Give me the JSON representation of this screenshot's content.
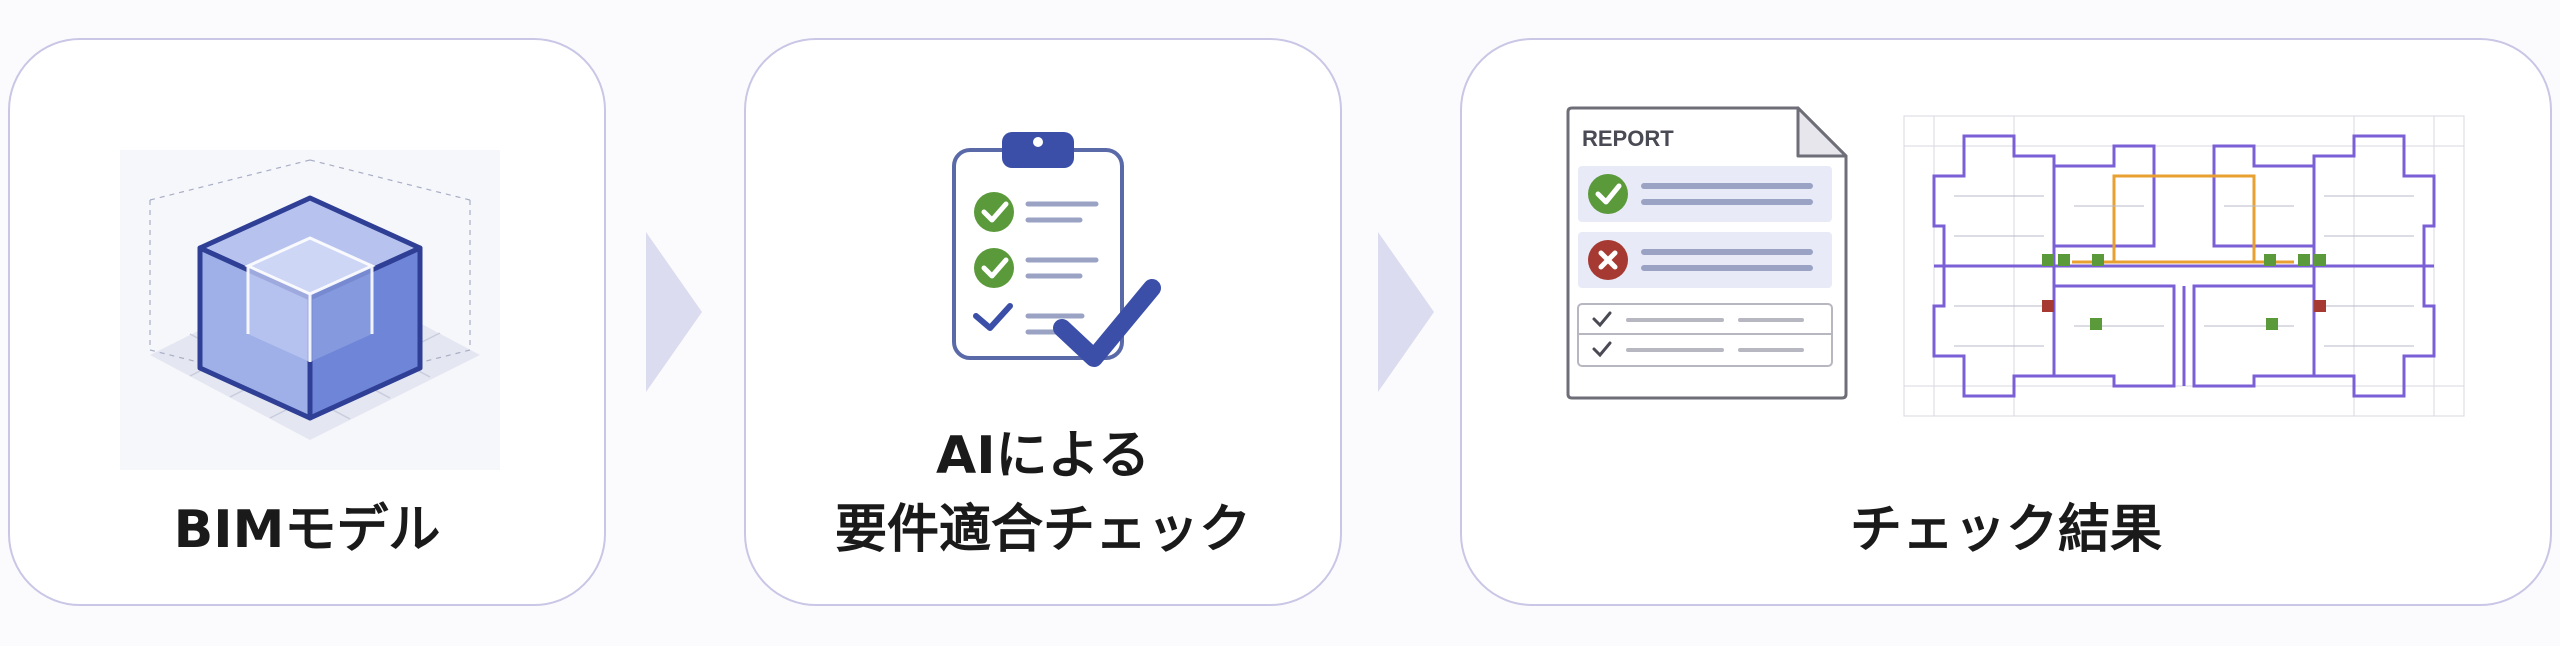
{
  "steps": [
    {
      "label": "BIMモデル",
      "icon": "bim-cube-icon"
    },
    {
      "label_line1": "AIによる",
      "label_line2": "要件適合チェック",
      "icon": "clipboard-check-icon"
    },
    {
      "label": "チェック結果",
      "icon": "report-and-floorplan-icon"
    }
  ],
  "report": {
    "title": "REPORT"
  },
  "colors": {
    "panel_border": "#c9c6e6",
    "arrow": "#dcdcf0",
    "accent_blue": "#3c4fa8",
    "check_green": "#5a9a3a",
    "cross_red": "#a63a32",
    "plan_outline": "#7b5fd6",
    "plan_orange": "#e8a030"
  }
}
